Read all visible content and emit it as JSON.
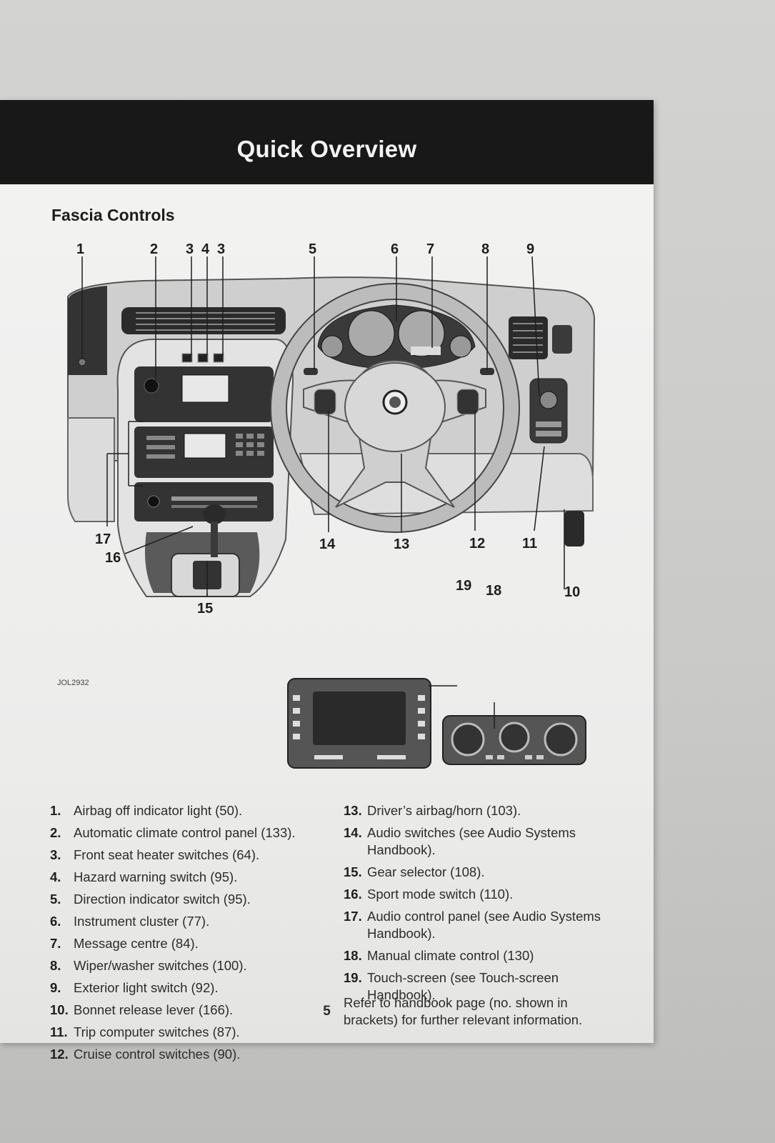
{
  "header": {
    "title": "Quick Overview"
  },
  "section_title": "Fascia Controls",
  "figure": {
    "code": "JOL2932",
    "callouts": [
      "1",
      "2",
      "3",
      "4",
      "3",
      "5",
      "6",
      "7",
      "8",
      "9",
      "17",
      "16",
      "15",
      "14",
      "13",
      "12",
      "11",
      "19",
      "18",
      "10"
    ]
  },
  "items_left": [
    {
      "num": "1.",
      "text": "Airbag off indicator light (50)."
    },
    {
      "num": "2.",
      "text": "Automatic climate control panel (133)."
    },
    {
      "num": "3.",
      "text": "Front seat heater switches (64)."
    },
    {
      "num": "4.",
      "text": "Hazard warning switch (95)."
    },
    {
      "num": "5.",
      "text": "Direction indicator switch (95)."
    },
    {
      "num": "6.",
      "text": "Instrument cluster (77)."
    },
    {
      "num": "7.",
      "text": "Message centre (84)."
    },
    {
      "num": "8.",
      "text": "Wiper/washer switches (100)."
    },
    {
      "num": "9.",
      "text": "Exterior light switch (92)."
    },
    {
      "num": "10.",
      "text": "Bonnet release lever (166)."
    },
    {
      "num": "11.",
      "text": "Trip computer switches (87)."
    },
    {
      "num": "12.",
      "text": "Cruise control switches (90)."
    }
  ],
  "items_right": [
    {
      "num": "13.",
      "text": "Driver’s airbag/horn (103)."
    },
    {
      "num": "14.",
      "text": "Audio switches (see Audio Systems Handbook)."
    },
    {
      "num": "15.",
      "text": "Gear selector (108)."
    },
    {
      "num": "16.",
      "text": "Sport mode switch (110)."
    },
    {
      "num": "17.",
      "text": "Audio control panel (see Audio Systems Handbook)."
    },
    {
      "num": "18.",
      "text": "Manual climate control (130)"
    },
    {
      "num": "19.",
      "text": "Touch-screen (see Touch-screen Handbook)."
    }
  ],
  "note": "Refer to handbook page (no. shown in brackets) for further relevant information.",
  "page_number": "5"
}
